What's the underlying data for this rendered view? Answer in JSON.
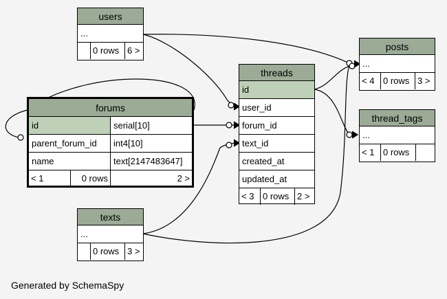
{
  "tables": {
    "users": {
      "name": "users",
      "rows": [
        "..."
      ],
      "footer": [
        "",
        "0 rows",
        "6 >"
      ]
    },
    "posts": {
      "name": "posts",
      "rows": [
        "..."
      ],
      "footer": [
        "< 4",
        "0 rows",
        "3 >"
      ]
    },
    "threads": {
      "name": "threads",
      "pk": "id",
      "rows": [
        "user_id",
        "forum_id",
        "text_id",
        "created_at",
        "updated_at"
      ],
      "footer": [
        "< 3",
        "0 rows",
        "2 >"
      ]
    },
    "thread_tags": {
      "name": "thread_tags",
      "rows": [
        "..."
      ],
      "footer": [
        "< 1",
        "0 rows",
        ""
      ]
    },
    "forums": {
      "name": "forums",
      "columns": [
        {
          "name": "id",
          "type": "serial[10]"
        },
        {
          "name": "parent_forum_id",
          "type": "int4[10]"
        },
        {
          "name": "name",
          "type": "text[2147483647]"
        }
      ],
      "footer": [
        "< 1",
        "0 rows",
        "2 >"
      ]
    },
    "texts": {
      "name": "texts",
      "rows": [
        "..."
      ],
      "footer": [
        "",
        "0 rows",
        "3 >"
      ]
    }
  },
  "footer_text": "Generated by SchemaSpy"
}
